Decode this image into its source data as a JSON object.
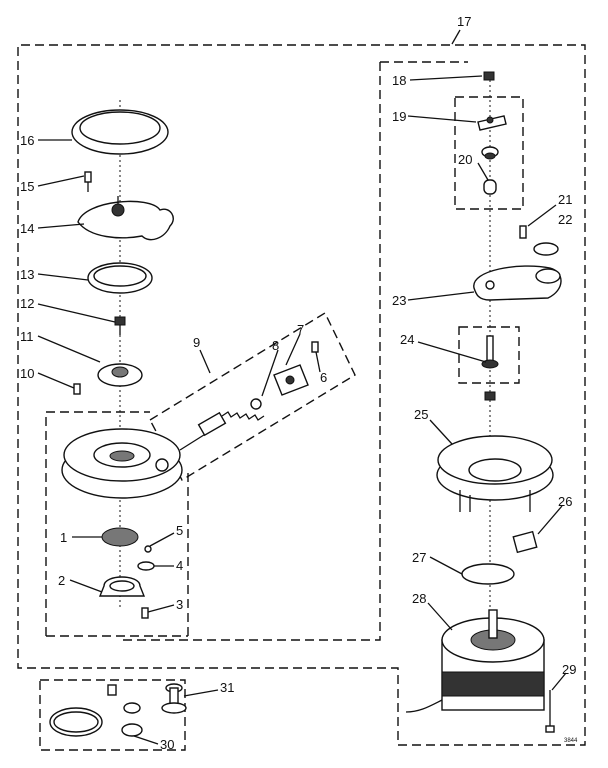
{
  "diagram": {
    "callouts": [
      {
        "id": "17",
        "label": "17"
      },
      {
        "id": "16",
        "label": "16"
      },
      {
        "id": "15",
        "label": "15"
      },
      {
        "id": "14",
        "label": "14"
      },
      {
        "id": "13",
        "label": "13"
      },
      {
        "id": "12",
        "label": "12"
      },
      {
        "id": "11",
        "label": "11"
      },
      {
        "id": "10",
        "label": "10"
      },
      {
        "id": "9",
        "label": "9"
      },
      {
        "id": "8",
        "label": "8"
      },
      {
        "id": "7",
        "label": "7"
      },
      {
        "id": "6",
        "label": "6"
      },
      {
        "id": "5",
        "label": "5"
      },
      {
        "id": "4",
        "label": "4"
      },
      {
        "id": "3",
        "label": "3"
      },
      {
        "id": "2",
        "label": "2"
      },
      {
        "id": "1",
        "label": "1"
      },
      {
        "id": "18",
        "label": "18"
      },
      {
        "id": "19",
        "label": "19"
      },
      {
        "id": "20",
        "label": "20"
      },
      {
        "id": "21",
        "label": "21"
      },
      {
        "id": "22",
        "label": "22"
      },
      {
        "id": "23",
        "label": "23"
      },
      {
        "id": "24",
        "label": "24"
      },
      {
        "id": "25",
        "label": "25"
      },
      {
        "id": "26",
        "label": "26"
      },
      {
        "id": "27",
        "label": "27"
      },
      {
        "id": "28",
        "label": "28"
      },
      {
        "id": "29",
        "label": "29"
      },
      {
        "id": "30",
        "label": "30"
      },
      {
        "id": "31",
        "label": "31"
      }
    ],
    "drawing_code": "3844"
  }
}
